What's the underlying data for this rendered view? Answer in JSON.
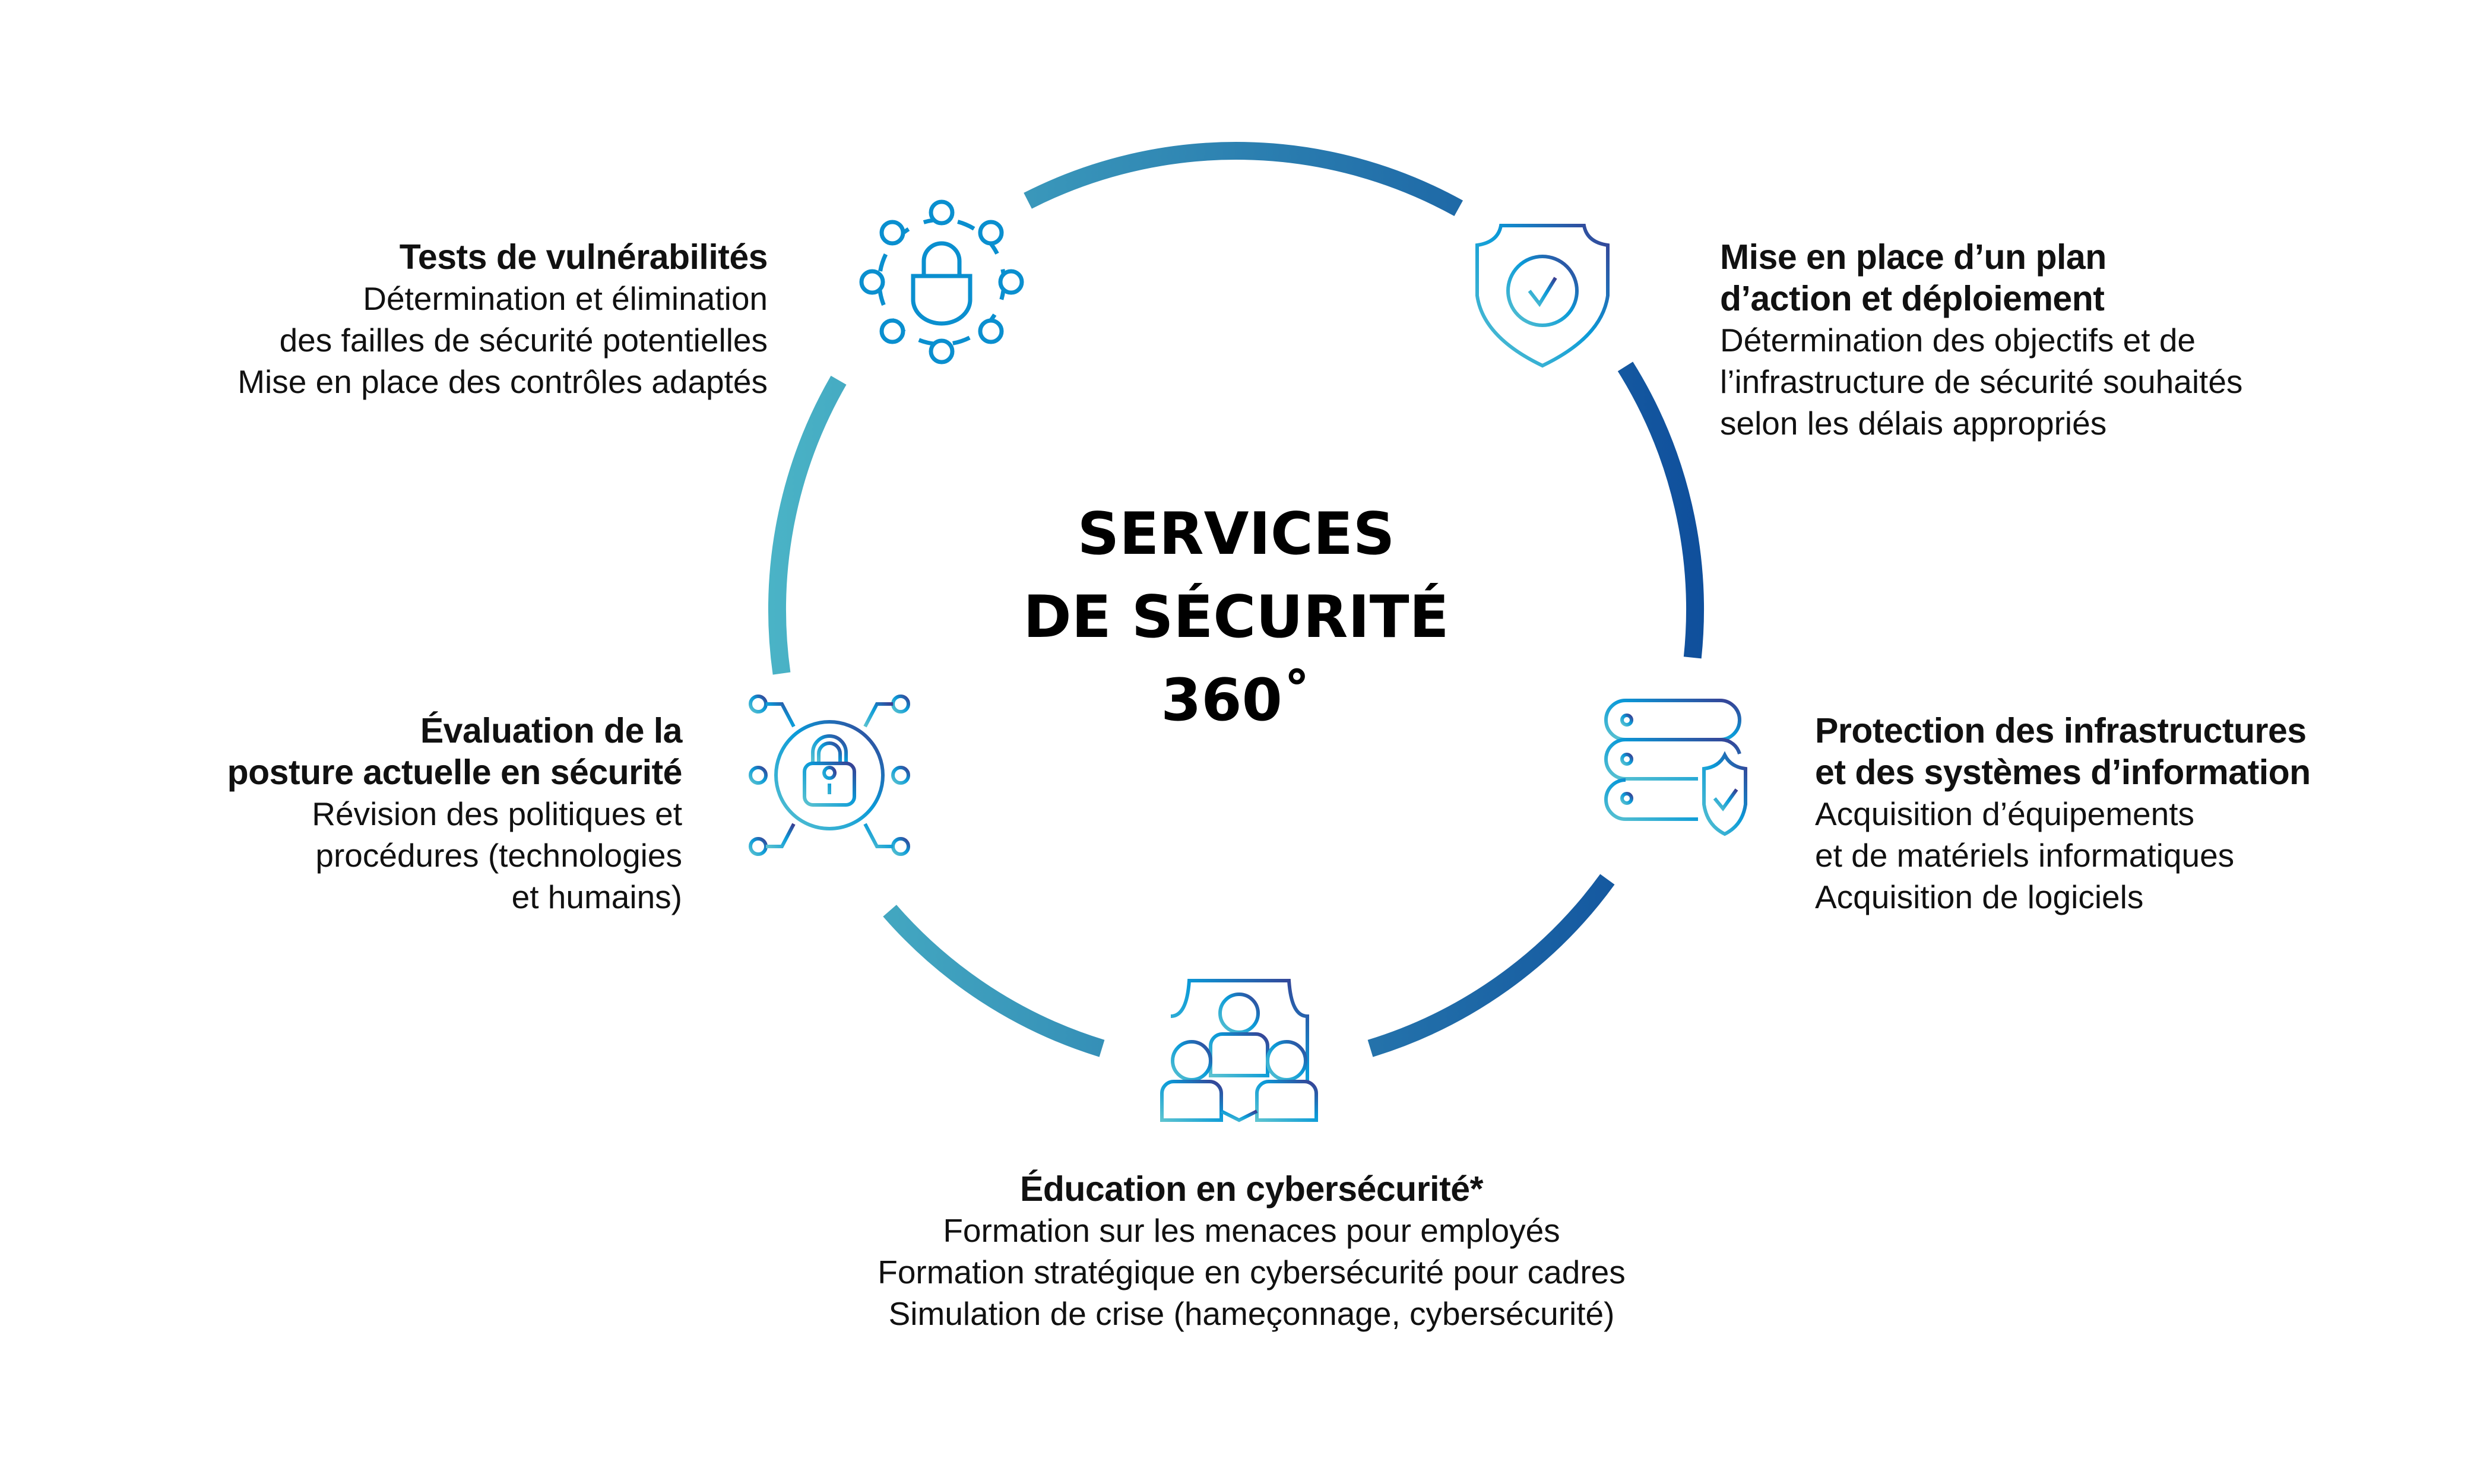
{
  "center": {
    "line1": "SERVICES",
    "line2": "DE SÉCURITÉ",
    "line3": "360˚"
  },
  "colors": {
    "light": "#4ab3c6",
    "mid": "#2a80b8",
    "dark": "#0f4f9c",
    "icon_light": "#5cc3d0",
    "icon_blue": "#0a9ad8",
    "icon_purple": "#3b3a8f"
  },
  "sections": [
    {
      "title": "Tests de vulnérabilités",
      "lines": [
        "Détermination et élimination",
        "des failles de sécurité potentielles",
        "Mise en place des contrôles adaptés"
      ],
      "icon": "padlock-network-icon"
    },
    {
      "title_lines": [
        "Mise en place d’un plan",
        "d’action et déploiement"
      ],
      "lines": [
        "Détermination des objectifs et de",
        "l’infrastructure de sécurité souhaités",
        "selon les délais appropriés"
      ],
      "icon": "shield-check-icon"
    },
    {
      "title_lines": [
        "Évaluation de la",
        "posture actuelle en sécurité"
      ],
      "lines": [
        "Révision des politiques et",
        "procédures (technologies",
        "et humains)"
      ],
      "icon": "circuit-lock-icon"
    },
    {
      "title_lines": [
        "Protection des infrastructures",
        "et des systèmes d’information"
      ],
      "lines": [
        "Acquisition d’équipements",
        "et de matériels informatiques",
        "Acquisition de logiciels"
      ],
      "icon": "server-shield-icon"
    },
    {
      "title": "Éducation en cybersécurité*",
      "lines": [
        "Formation sur les menaces pour employés",
        "Formation stratégique en cybersécurité pour cadres",
        "Simulation de crise (hameçonnage, cybersécurité)"
      ],
      "icon": "people-shield-icon"
    }
  ]
}
